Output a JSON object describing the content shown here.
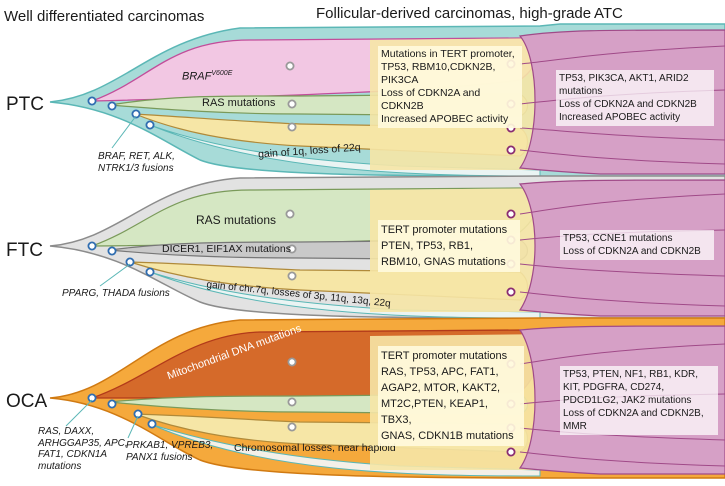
{
  "headers": {
    "left": "Well differentiated carcinomas",
    "middle": "Follicular-derived carcinomas, high-grade",
    "right": "ATC"
  },
  "colors": {
    "cyan": "#9fd6d4",
    "pink": "#f0c6e2",
    "green": "#d6e8c4",
    "yellow": "#f6e6a8",
    "gray": "#e2e2e2",
    "orange": "#f5a93c",
    "mito": "#d66a2c",
    "atc": "#d8a0c4",
    "box": "#fff8d8"
  },
  "panels": [
    {
      "name": "PTC",
      "side_label": "BRAF, RET, ALK,\nNTRK1/3 fusions",
      "top_mutation_label": "BRAF",
      "top_mutation_sup": "V600E",
      "second_label": "RAS mutations",
      "tail_label": "gain of 1q, loss of 22q",
      "hg_box": "Mutations in TERT promoter,\nTP53, RBM10,CDKN2B,\nPIK3CA\nLoss of CDKN2A and\nCDKN2B\nIncreased APOBEC activity",
      "atc_box": "TP53, PIK3CA, AKT1, ARID2\nmutations\nLoss of CDKN2A and CDKN2B\nIncreased APOBEC activity"
    },
    {
      "name": "FTC",
      "side_label": "PPARG, THADA fusions",
      "top_mutation_label": "RAS mutations",
      "second_label": "DICER1, EIF1AX mutations",
      "tail_label": "gain of chr.7q, losses of 3p, 11q, 13q, 22q",
      "hg_box": "TERT promoter mutations\nPTEN, TP53, RB1,\nRBM10, GNAS mutations",
      "atc_box": "TP53, CCNE1 mutations\nLoss of CDKN2A and CDKN2B"
    },
    {
      "name": "OCA",
      "side_label": "RAS, DAXX,\nARHGGAP35, APC,\nFAT1, CDKN1A\nmutations",
      "side_label2": "PRKAB1, VPREB3,\nPANX1 fusions",
      "top_mutation_label": "Mitochondrial DNA mutations",
      "tail_label": "Chromosomal losses, near haploid",
      "hg_box": "TERT promoter mutations\nRAS, TP53, APC, FAT1,\nAGAP2, MTOR, KAKT2,\nMT2C,PTEN, KEAP1, TBX3,\nGNAS, CDKN1B mutations",
      "atc_box": "TP53, PTEN, NF1, RB1, KDR,\nKIT, PDGFRA, CD274,\nPDCD1LG2, JAK2  mutations\nLoss of CDKN2A and CDKN2B,\nMMR"
    }
  ]
}
